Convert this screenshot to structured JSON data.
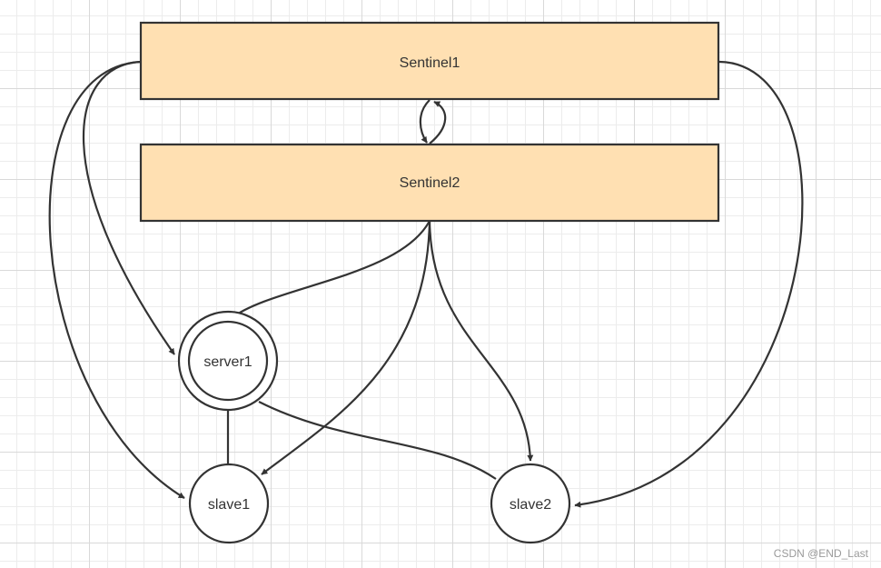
{
  "diagram": {
    "style": {
      "box_fill": "#ffe0b2",
      "box_stroke": "#333333",
      "node_fill": "#ffffff",
      "edge_color": "#333333"
    },
    "nodes": {
      "sentinel1": {
        "label": "Sentinel1"
      },
      "sentinel2": {
        "label": "Sentinel2"
      },
      "server1": {
        "label": "server1"
      },
      "slave1": {
        "label": "slave1"
      },
      "slave2": {
        "label": "slave2"
      }
    },
    "edges": [
      {
        "from": "Sentinel1",
        "to": "server1",
        "arrow": true
      },
      {
        "from": "Sentinel1",
        "to": "slave1",
        "arrow": true
      },
      {
        "from": "Sentinel1",
        "to": "slave2",
        "arrow": true
      },
      {
        "from": "Sentinel1",
        "to": "Sentinel2",
        "arrow": true
      },
      {
        "from": "Sentinel2",
        "to": "Sentinel1",
        "arrow": true
      },
      {
        "from": "Sentinel2",
        "to": "server1",
        "arrow": true
      },
      {
        "from": "Sentinel2",
        "to": "slave1",
        "arrow": true
      },
      {
        "from": "Sentinel2",
        "to": "slave2",
        "arrow": true
      },
      {
        "from": "server1",
        "to": "slave1",
        "arrow": false
      },
      {
        "from": "server1",
        "to": "slave2",
        "arrow": false
      }
    ]
  },
  "watermark": "CSDN @END_Last"
}
